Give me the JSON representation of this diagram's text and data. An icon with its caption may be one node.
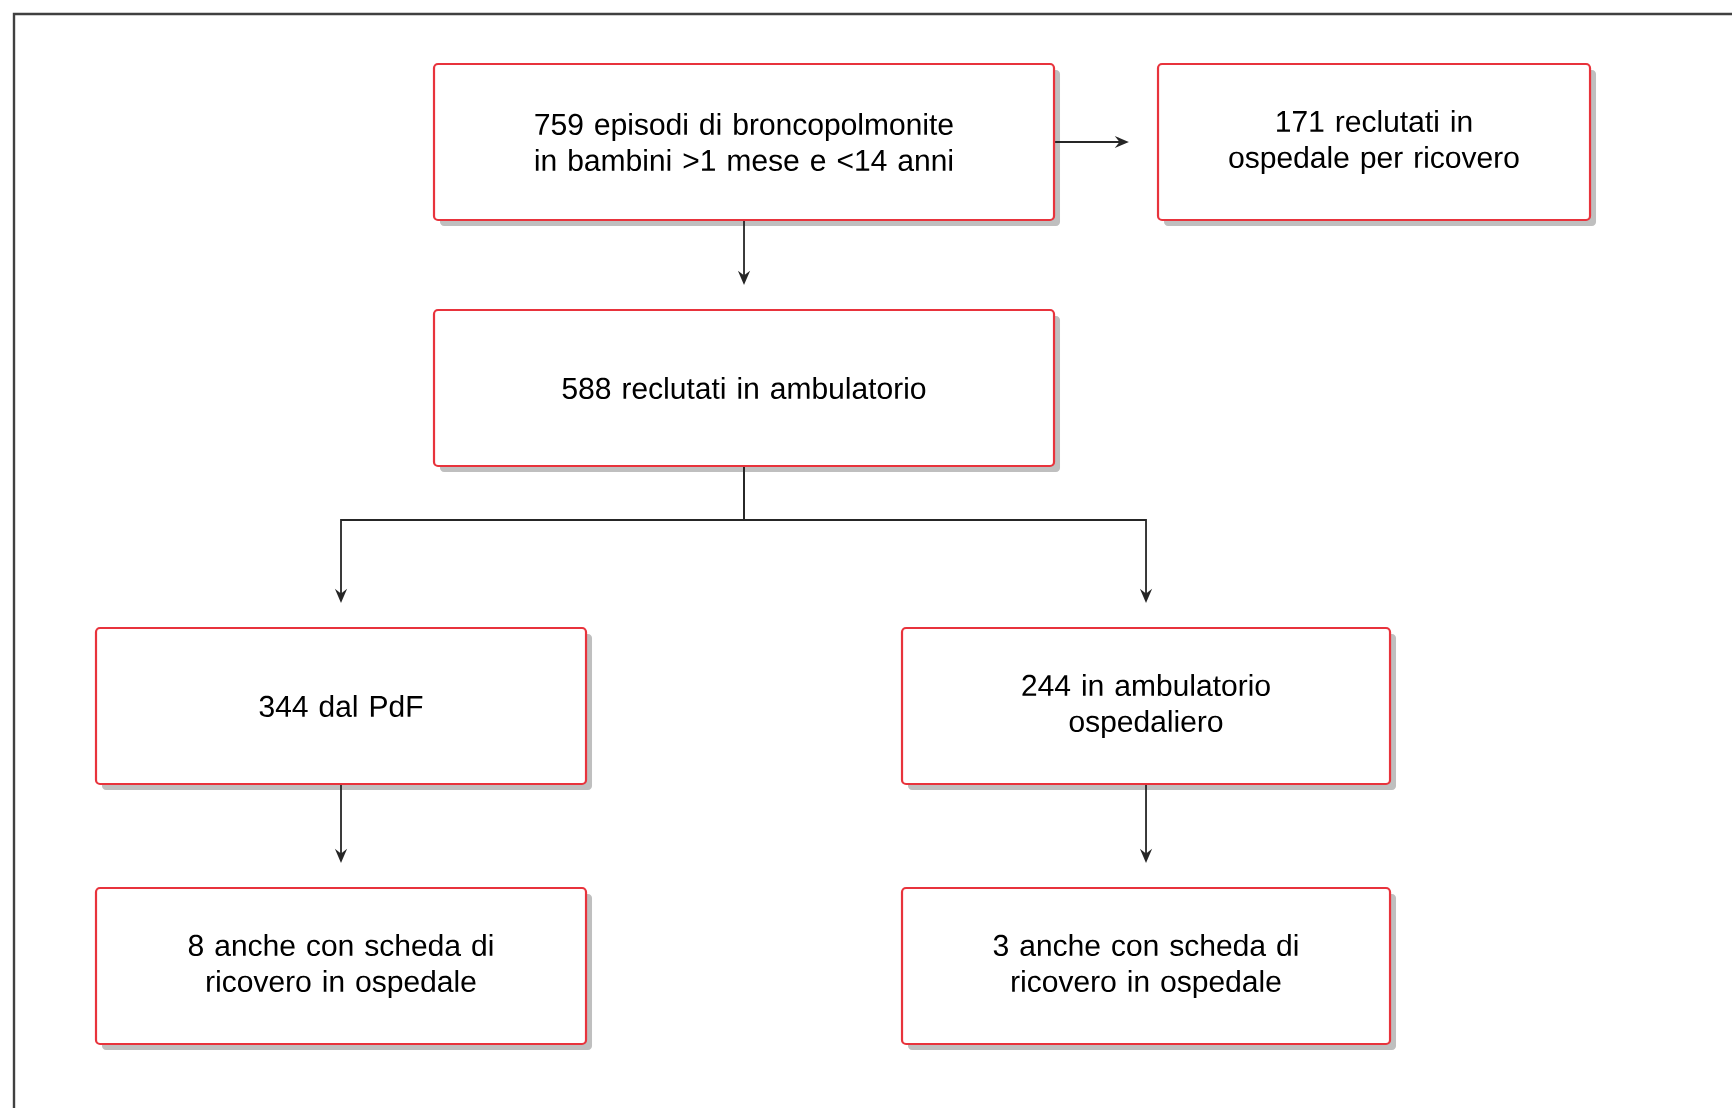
{
  "diagram": {
    "nodes": [
      {
        "text": [
          "759 episodi di broncopolmonite in bambini >1 mese e <14 anni"
        ]
      },
      {
        "text": [
          "171 reclutati in ospedale per ricovero"
        ]
      },
      {
        "text": [
          "588 reclutati in ambulatorio"
        ]
      },
      {
        "text": [
          "344 dal PdF"
        ]
      },
      {
        "text": [
          "244 in ambulatorio ospedaliero"
        ]
      },
      {
        "text": [
          "8 anche con scheda di ricovero in ospedale"
        ]
      },
      {
        "text": [
          "3 anche con scheda di ricovero in ospedale"
        ]
      }
    ],
    "edges": [
      {
        "from": 0,
        "to": 1,
        "arrow": "to"
      },
      {
        "from": 0,
        "to": 2,
        "arrow": "to"
      },
      {
        "from": 2,
        "to": 3,
        "arrow": "to"
      },
      {
        "from": 2,
        "to": 4,
        "arrow": "to"
      },
      {
        "from": 3,
        "to": 5,
        "arrow": "to"
      },
      {
        "from": 4,
        "to": 6,
        "arrow": "to"
      }
    ]
  }
}
